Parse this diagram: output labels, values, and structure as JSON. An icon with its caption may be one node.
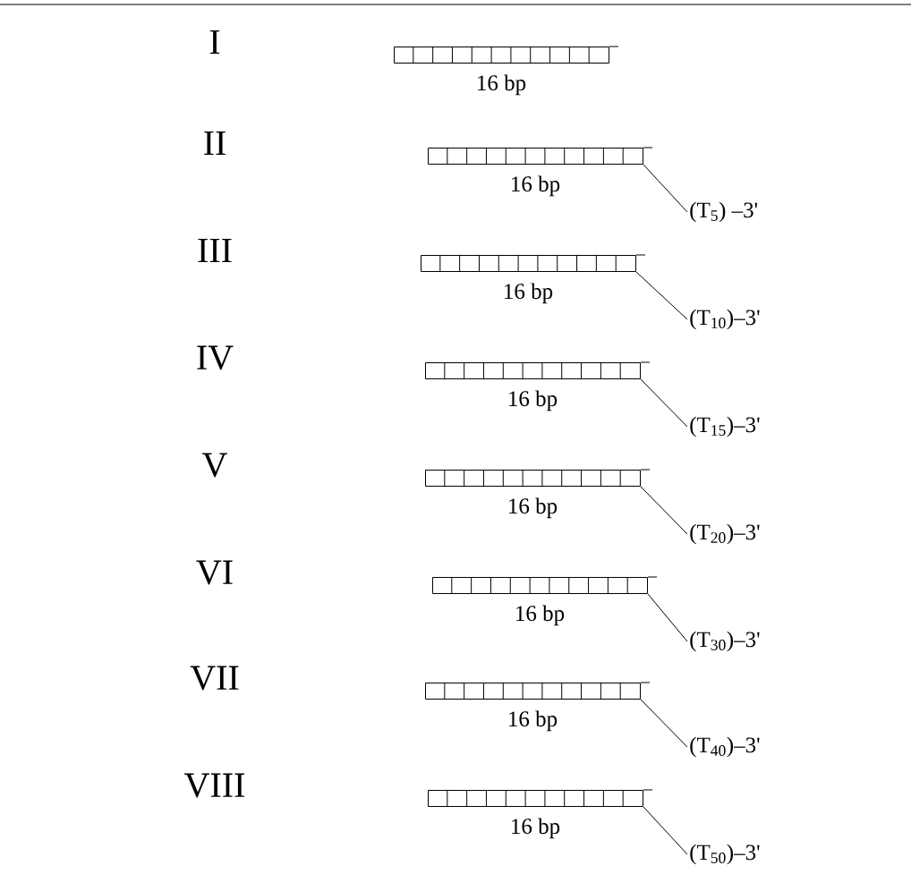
{
  "diagram": {
    "nodes": [
      {
        "text": [],
        "shape": "bar",
        "beside": [
          "16 bp"
        ]
      },
      {
        "text": [],
        "shape": "bar",
        "beside": [
          "16 bp"
        ]
      },
      {
        "text": [
          "(T$_{5}$) –3'"
        ]
      },
      {
        "text": [],
        "shape": "bar",
        "beside": [
          "16 bp"
        ]
      },
      {
        "text": [
          "(T$_{10}$)–3'"
        ]
      },
      {
        "text": [],
        "shape": "bar",
        "beside": [
          "16 bp"
        ]
      },
      {
        "text": [
          "(T$_{15}$)–3'"
        ]
      },
      {
        "text": [],
        "shape": "bar",
        "beside": [
          "16 bp"
        ]
      },
      {
        "text": [
          "(T$_{20}$)–3'"
        ]
      },
      {
        "text": [],
        "shape": "bar",
        "beside": [
          "16 bp"
        ]
      },
      {
        "text": [
          "(T$_{30}$)–3'"
        ]
      },
      {
        "text": [],
        "shape": "bar",
        "beside": [
          "16 bp"
        ]
      },
      {
        "text": [
          "(T$_{40}$)–3'"
        ]
      },
      {
        "text": [],
        "shape": "bar",
        "beside": [
          "16 bp"
        ]
      },
      {
        "text": [
          "(T$_{50}$)–3'"
        ]
      }
    ],
    "edges": [
      {
        "from": 1,
        "to": 2,
        "arrow": "none"
      },
      {
        "from": 3,
        "to": 4,
        "arrow": "none"
      },
      {
        "from": 5,
        "to": 6,
        "arrow": "none"
      },
      {
        "from": 7,
        "to": 8,
        "arrow": "none"
      },
      {
        "from": 9,
        "to": 10,
        "arrow": "none"
      },
      {
        "from": 11,
        "to": 12,
        "arrow": "none"
      },
      {
        "from": 13,
        "to": 14,
        "arrow": "none"
      }
    ],
    "labels": [
      "I",
      "II",
      "III",
      "IV",
      "V",
      "VI",
      "VII",
      "VIII"
    ]
  }
}
